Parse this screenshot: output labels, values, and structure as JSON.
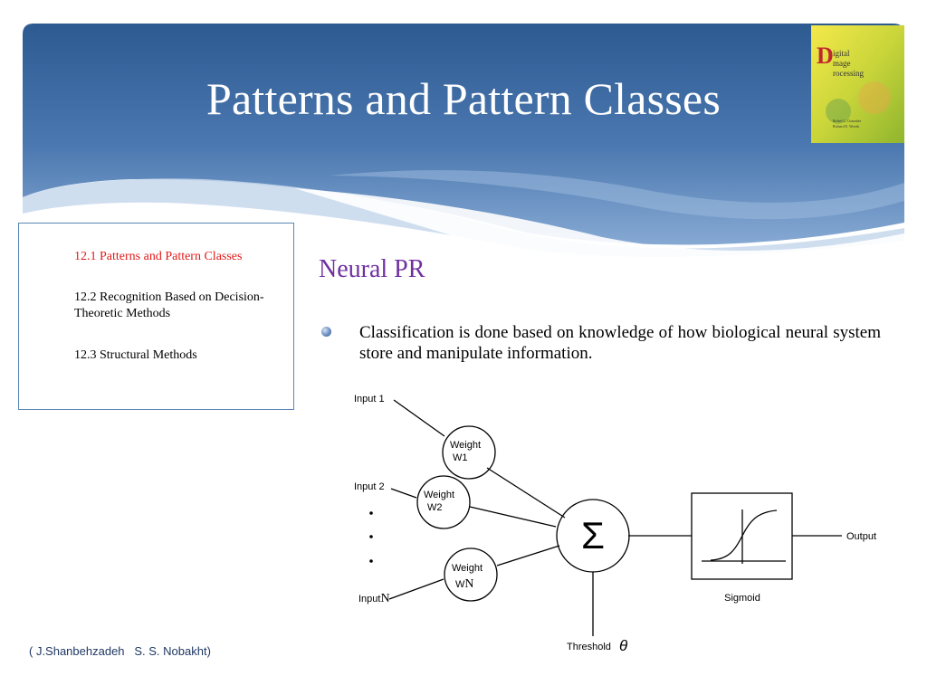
{
  "header": {
    "title": "Patterns and Pattern Classes",
    "colors": {
      "top": "#2d5a91",
      "bottom": "#a8c3e0"
    }
  },
  "book_cover": {
    "title_lines": [
      "igital",
      "mage",
      "rocessing"
    ],
    "authors": [
      "Rafael C. Gonzalez",
      "Richard E. Woods"
    ]
  },
  "sidebar": {
    "items": [
      {
        "label": "12.1 Patterns and Pattern Classes",
        "active": true
      },
      {
        "label": "12.2 Recognition Based on Decision-Theoretic Methods",
        "active": false
      },
      {
        "label": "12.3 Structural Methods",
        "active": false
      }
    ]
  },
  "content": {
    "section_title": "Neural PR",
    "bullet": "Classification is done based on knowledge of how biological neural system store and manipulate information."
  },
  "diagram": {
    "input1": "Input 1",
    "input2": "Input 2",
    "inputN_prefix": "Input",
    "inputN_suffix": "N",
    "weight_label": "Weight",
    "w1": "W1",
    "w2": "W2",
    "wN_prefix": "W",
    "wN_suffix": "N",
    "sum_symbol": "Σ",
    "output": "Output",
    "sigmoid": "Sigmoid",
    "threshold": "Threshold",
    "theta": "θ"
  },
  "footer": {
    "credit": "( J.Shanbehzadeh   S. S. Nobakht)"
  }
}
